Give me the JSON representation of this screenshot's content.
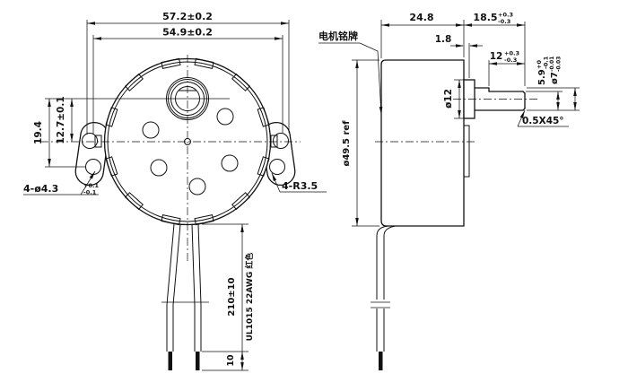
{
  "front_view": {
    "dim_overall_width": "57.2±0.2",
    "dim_inner_width": "54.9±0.2",
    "dim_hole_row_span": "19.4",
    "dim_shaft_offset": "12.7±0.1",
    "mount_holes_label": "4-ø4.3",
    "mount_holes_tol_plus": "+0.1",
    "mount_holes_tol_minus": "-0.1",
    "ear_radius_label": "4-R3.5",
    "wire_length": "210±10",
    "wire_spec": "UL1015 22AWG 红色",
    "wire_strip_length": "10"
  },
  "side_view": {
    "nameplate_label": "电机铭牌",
    "dim_body_length": "24.8",
    "dim_shaft_extension": "18.5",
    "shaft_extension_tol_plus": "+0.3",
    "shaft_extension_tol_minus": "-0.3",
    "dim_plate_thickness": "1.8",
    "dim_flat_length": "12",
    "flat_length_tol_plus": "+0.3",
    "flat_length_tol_minus": "-0.3",
    "dim_flat_height": "5.9",
    "flat_height_tol_plus": "+0",
    "flat_height_tol_minus": "-0.1",
    "dim_shaft_diameter": "ø7",
    "shaft_dia_tol_plus": "-0.01",
    "shaft_dia_tol_minus": "-0.03",
    "dim_boss_diameter": "ø12",
    "dim_body_diameter": "ø49.5 ref",
    "chamfer_label": "0.5X45°"
  },
  "colors": {
    "line": "#111111",
    "background": "#ffffff"
  }
}
